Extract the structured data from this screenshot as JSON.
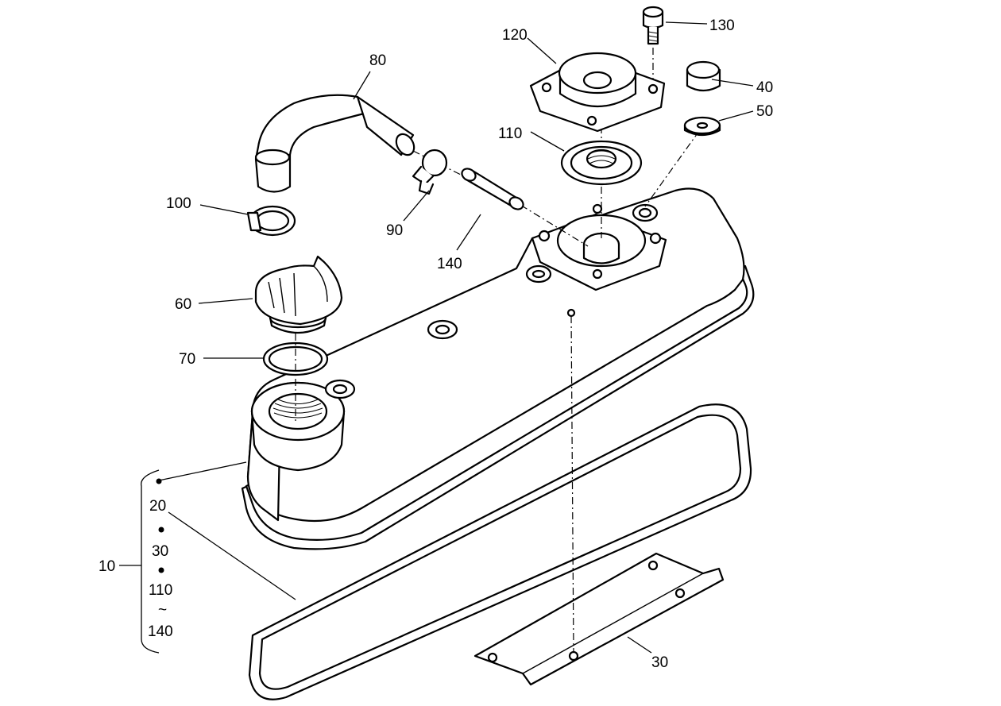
{
  "callouts": {
    "c10": "10",
    "c20": "20",
    "c30": "30",
    "c30b": "30",
    "c40": "40",
    "c50": "50",
    "c60": "60",
    "c70": "70",
    "c80": "80",
    "c90": "90",
    "c100": "100",
    "c110": "110",
    "c110b": "110",
    "c120": "120",
    "c130": "130",
    "c140": "140",
    "c140b": "140"
  },
  "assembly_group": {
    "range_symbol": "~"
  },
  "colors": {
    "line": "#000000",
    "background": "#ffffff"
  }
}
